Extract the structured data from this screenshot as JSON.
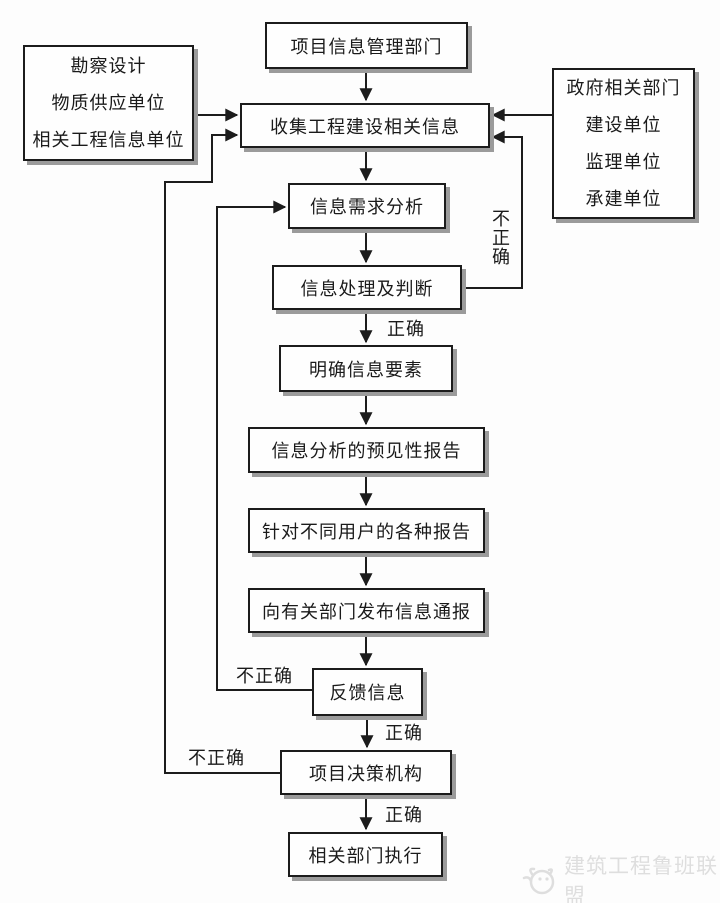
{
  "diagram": {
    "nodes": {
      "top_source": {
        "label": "项目信息管理部门"
      },
      "left_source": {
        "lines": [
          "勘察设计",
          "物质供应单位",
          "相关工程信息单位"
        ]
      },
      "right_source": {
        "lines": [
          "政府相关部门",
          "建设单位",
          "监理单位",
          "承建单位"
        ]
      },
      "collect": {
        "label": "收集工程建设相关信息"
      },
      "demand": {
        "label": "信息需求分析"
      },
      "process": {
        "label": "信息处理及判断"
      },
      "elements": {
        "label": "明确信息要素"
      },
      "forecast": {
        "label": "信息分析的预见性报告"
      },
      "reports": {
        "label": "针对不同用户的各种报告"
      },
      "notify": {
        "label": "向有关部门发布信息通报"
      },
      "feedback": {
        "label": "反馈信息"
      },
      "decision": {
        "label": "项目决策机构"
      },
      "execute": {
        "label": "相关部门执行"
      }
    },
    "edge_labels": {
      "correct_process": "正确",
      "correct_feedback": "正确",
      "correct_decision": "正确",
      "incorrect_process": "不正确",
      "incorrect_feedback": "不正确",
      "incorrect_decision": "不正确"
    },
    "colors": {
      "line": "#1c1c1c",
      "box_border": "#1c1c1c",
      "box_shadow": "#9b9b9b",
      "background": "#fdfdfd",
      "watermark": "#dedede"
    }
  },
  "watermark": {
    "text": "建筑工程鲁班联盟",
    "logo": "panda-logo"
  }
}
